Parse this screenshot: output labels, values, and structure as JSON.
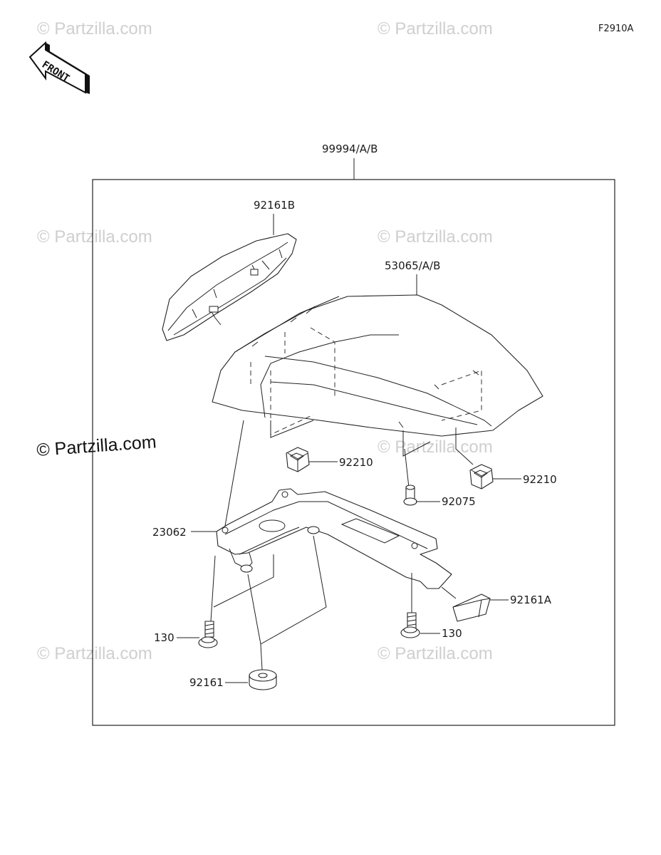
{
  "diagram": {
    "figure_code": "F2910A",
    "front_arrow_label": "FRONT",
    "watermarks": {
      "light": "© Partzilla.com",
      "dark": "© Partzilla.com"
    },
    "callouts": {
      "kit": "99994/A/B",
      "cover_pad": "92161B",
      "seat_cover": "53065/A/B",
      "nut_left": "92210",
      "nut_right": "92210",
      "grommet": "92075",
      "bracket": "23062",
      "pad_rear": "92161A",
      "bolt_left": "130",
      "bolt_right": "130",
      "damper": "92161"
    }
  }
}
